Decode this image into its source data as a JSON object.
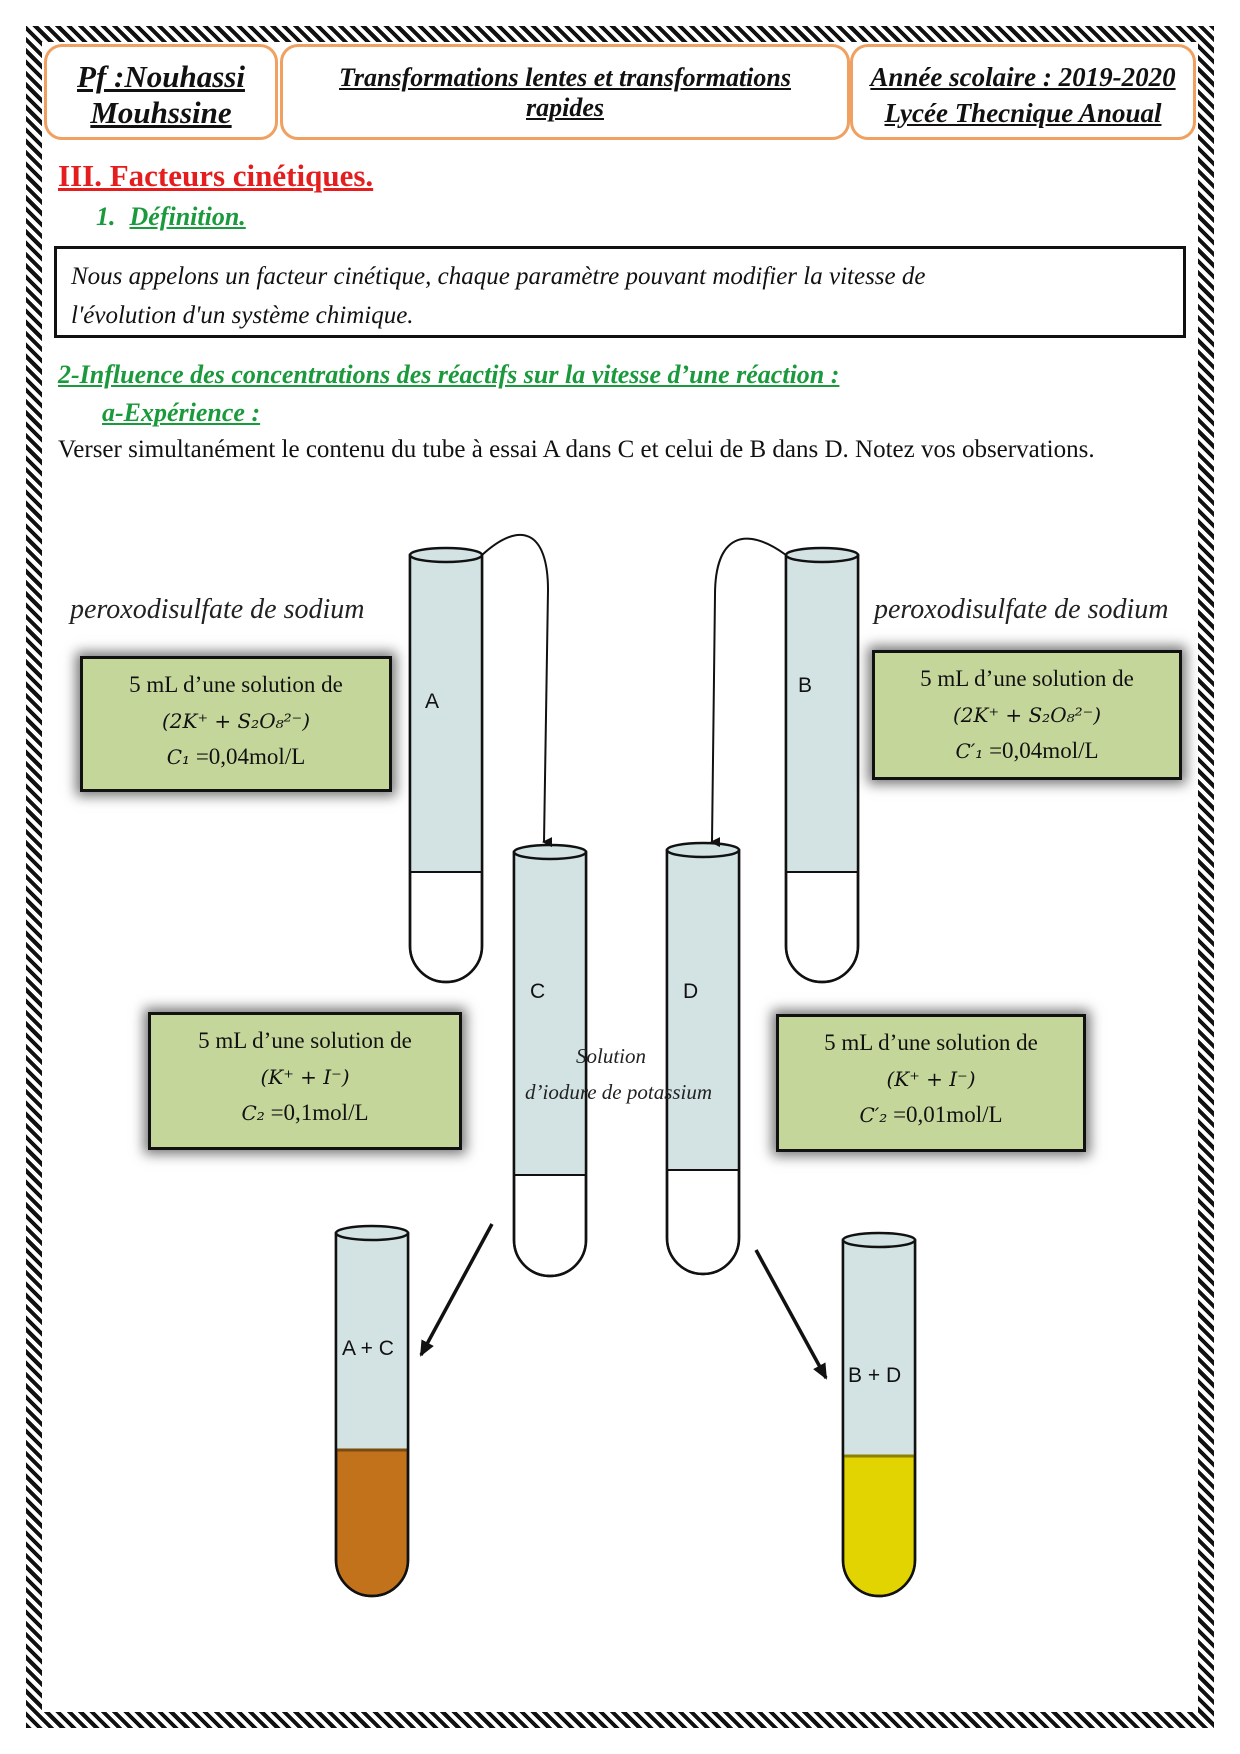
{
  "header": {
    "teacher_line1": "Pf :Nouhassi",
    "teacher_line2": "Mouhssine",
    "title_line1": "Transformations lentes et transformations",
    "title_line2": "rapides",
    "year": "Année scolaire : 2019-2020",
    "school": "Lycée Thecnique Anoual"
  },
  "section3": {
    "heading": "III. Facteurs cinétiques.",
    "sub1_num": "1.",
    "sub1_label": "Définition.",
    "definition_line1": "Nous appelons un facteur cinétique, chaque paramètre pouvant modifier la vitesse de",
    "definition_line2": "l'évolution d'un système chimique."
  },
  "section2": {
    "heading": "2-Influence des concentrations des réactifs sur la vitesse d’une réaction :",
    "sub_a": "a-Expérience :",
    "instruction": "Verser simultanément le contenu du tube à essai A dans C et celui de B dans D. Notez vos observations."
  },
  "diagram": {
    "reagent_left": "peroxodisulfate de sodium",
    "reagent_right": "peroxodisulfate de sodium",
    "box_A": {
      "line1": "5 mL d’une solution de",
      "formula": "(2K⁺ + S₂O₈²⁻)",
      "conc_label": "C₁",
      "conc_value": "=0,04mol/L"
    },
    "box_B": {
      "line1": "5 mL d’une solution de",
      "formula": "(2K⁺ + S₂O₈²⁻)",
      "conc_label": "C′₁",
      "conc_value": "=0,04mol/L"
    },
    "box_C": {
      "line1": "5 mL d’une solution de",
      "formula": "(K⁺ + I⁻)",
      "conc_label": "C₂",
      "conc_value": "=0,1mol/L"
    },
    "box_D": {
      "line1": "5 mL d’une solution de",
      "formula": "(K⁺ + I⁻)",
      "conc_label": "C′₂",
      "conc_value": "=0,01mol/L"
    },
    "ki_line1": "Solution",
    "ki_line2": "d’iodure de potassium",
    "tubes": {
      "A": "A",
      "B": "B",
      "C": "C",
      "D": "D",
      "AC": "A + C",
      "BD": "B + D"
    },
    "colors": {
      "glass": "#d3e3e3",
      "mix_AC": "#c2721a",
      "mix_BD": "#e2d400",
      "box_fill": "#c5d69b",
      "header_border": "#f0a060"
    }
  }
}
